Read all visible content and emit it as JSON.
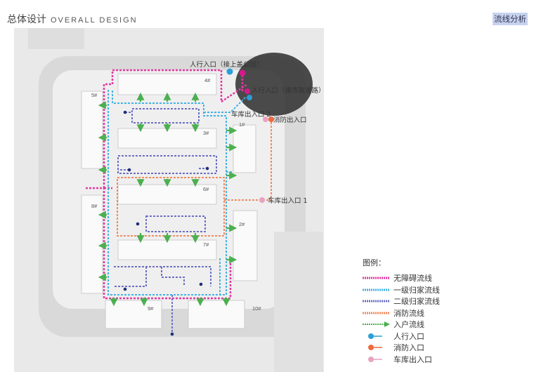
{
  "header": {
    "title_cn": "总体设计",
    "title_en": "OVERALL DESIGN",
    "badge": "流线分析"
  },
  "buildings": [
    "4#",
    "5#",
    "3#",
    "1#",
    "6#",
    "8#",
    "2#",
    "7#",
    "9#",
    "10#"
  ],
  "labels": {
    "ped_entry_park": "人行入口（接上盖公园）",
    "ped_entry_road": "人行入口（接市政道路）",
    "garage_2": "车库出入口 2",
    "fire_entry": "消防出入口",
    "garage_1": "车库出入口 1"
  },
  "legend": {
    "title": "图例：",
    "items": [
      {
        "label": "无障碍流线",
        "kind": "line",
        "color": "#e23aa0"
      },
      {
        "label": "一级归家流线",
        "kind": "line",
        "color": "#42b3e6"
      },
      {
        "label": "二级归家流线",
        "kind": "line",
        "color": "#6d6fc2"
      },
      {
        "label": "消防流线",
        "kind": "line",
        "color": "#f08a5e"
      },
      {
        "label": "入户流线",
        "kind": "arrow",
        "color": "#4caf50"
      },
      {
        "label": "人行入口",
        "kind": "dot",
        "color": "#2a9fd8"
      },
      {
        "label": "消防入口",
        "kind": "dot",
        "color": "#ee6a3b"
      },
      {
        "label": "车库出入口",
        "kind": "dot",
        "color": "#e9a2c0"
      }
    ]
  }
}
